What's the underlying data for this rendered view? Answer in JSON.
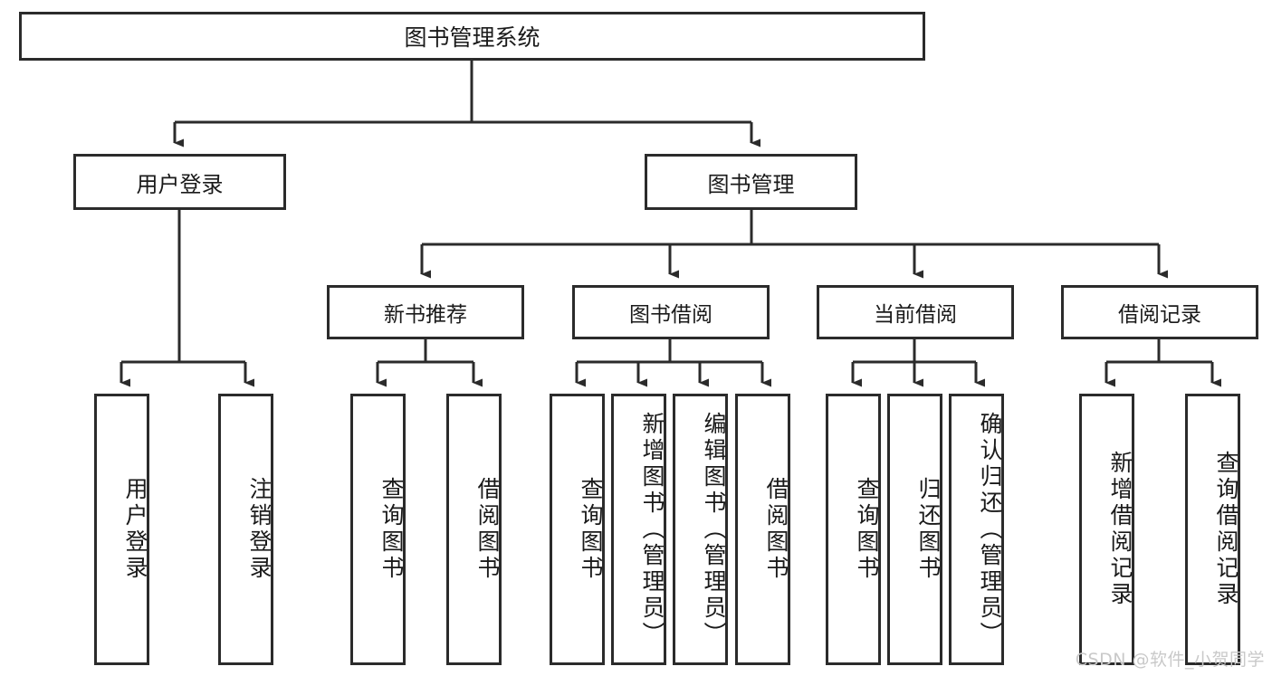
{
  "diagram": {
    "type": "tree-hierarchy-chart",
    "title": "图书管理系统",
    "root": {
      "id": "root",
      "label": "图书管理系统"
    },
    "level1": [
      {
        "id": "user-login",
        "label": "用户登录"
      },
      {
        "id": "book-management",
        "label": "图书管理"
      }
    ],
    "level2": [
      {
        "id": "new-book-recommend",
        "label": "新书推荐",
        "parent": "book-management"
      },
      {
        "id": "book-borrow",
        "label": "图书借阅",
        "parent": "book-management"
      },
      {
        "id": "current-borrow",
        "label": "当前借阅",
        "parent": "book-management"
      },
      {
        "id": "borrow-record",
        "label": "借阅记录",
        "parent": "book-management"
      }
    ],
    "leaves": [
      {
        "id": "leaf-user-login",
        "label": "用户登录",
        "parent": "user-login"
      },
      {
        "id": "leaf-logout-login",
        "label": "注销登录",
        "parent": "user-login"
      },
      {
        "id": "leaf-query-book-1",
        "label": "查询图书",
        "parent": "new-book-recommend"
      },
      {
        "id": "leaf-borrow-book-1",
        "label": "借阅图书",
        "parent": "new-book-recommend"
      },
      {
        "id": "leaf-query-book-2",
        "label": "查询图书",
        "parent": "book-borrow"
      },
      {
        "id": "leaf-add-book",
        "label": "新增图书（管理员）",
        "parent": "book-borrow"
      },
      {
        "id": "leaf-edit-book",
        "label": "编辑图书（管理员）",
        "parent": "book-borrow"
      },
      {
        "id": "leaf-borrow-book-2",
        "label": "借阅图书",
        "parent": "book-borrow"
      },
      {
        "id": "leaf-query-book-3",
        "label": "查询图书",
        "parent": "current-borrow"
      },
      {
        "id": "leaf-return-book",
        "label": "归还图书",
        "parent": "current-borrow"
      },
      {
        "id": "leaf-confirm-return",
        "label": "确认归还（管理员）",
        "parent": "current-borrow"
      },
      {
        "id": "leaf-add-borrow-record",
        "label": "新增借阅记录",
        "parent": "borrow-record"
      },
      {
        "id": "leaf-query-borrow-record",
        "label": "查询借阅记录",
        "parent": "borrow-record"
      }
    ],
    "colors": {
      "box_border": "#2b2b2b",
      "box_fill": "#ffffff",
      "connector": "#2b2b2b",
      "text": "#1a1a1a",
      "watermark": "#c9c9c9",
      "background": "#ffffff"
    }
  },
  "watermark": {
    "text": "CSDN @软件_小贺同学"
  }
}
